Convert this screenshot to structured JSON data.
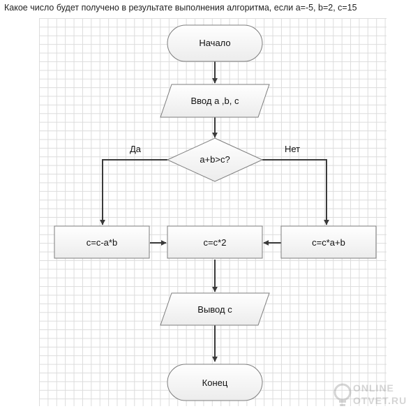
{
  "question": "Какое число будет получено в результате выполнения алгоритма, если a=-5, b=2, c=15",
  "flowchart": {
    "start": "Начало",
    "input": "Ввод a ,b, c",
    "condition": "a+b>c?",
    "yes_label": "Да",
    "no_label": "Нет",
    "yes_process": "c=c-a*b",
    "merge_process": "c=c*2",
    "no_process": "c=c*a+b",
    "output": "Вывод c",
    "end": "Конец"
  },
  "watermark": {
    "line1": "ONLINE",
    "line2": "OTVET.RU",
    "icon": "lightbulb-icon"
  },
  "colors": {
    "shape_fill_top": "#ffffff",
    "shape_fill_bottom": "#ececec",
    "shape_stroke": "#7d7d7d",
    "connector": "#3a3a3a",
    "grid": "#dcdcdc"
  }
}
